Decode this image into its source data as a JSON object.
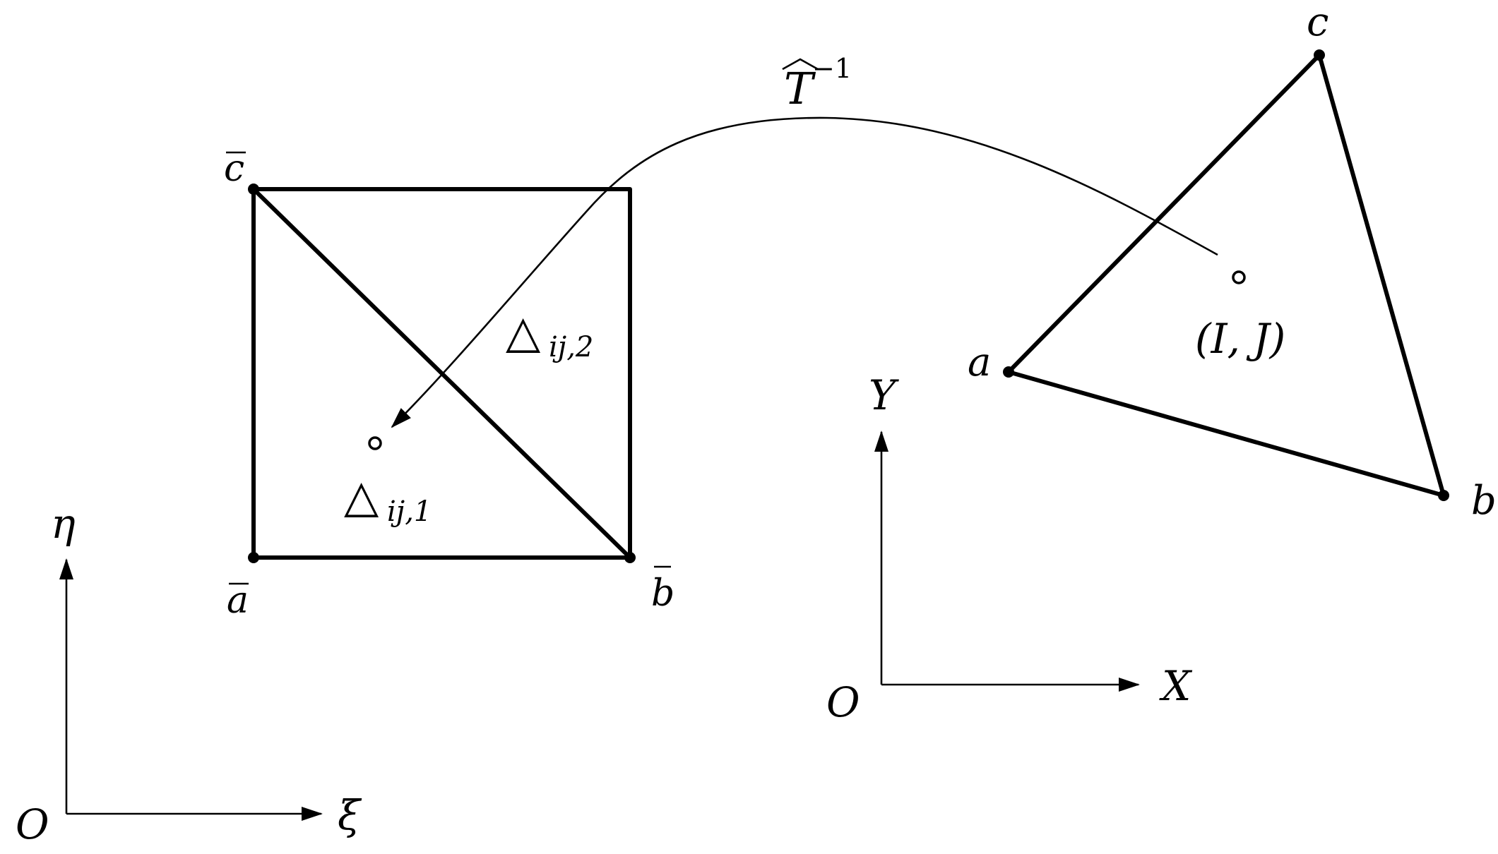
{
  "mapping_label": {
    "symbol": "T",
    "exponent": "−1"
  },
  "reference_square": {
    "vertex_labels": {
      "a_bar": "a",
      "b_bar": "b",
      "c_bar": "c"
    },
    "subtriangle_1": {
      "symbol": "△",
      "subscript": "ij,1"
    },
    "subtriangle_2": {
      "symbol": "△",
      "subscript": "ij,2"
    }
  },
  "reference_axes": {
    "origin": "O",
    "horizontal": "ξ",
    "vertical": "η"
  },
  "physical_triangle": {
    "vertex_labels": {
      "a": "a",
      "b": "b",
      "c": "c"
    },
    "point_label": "(I, J)"
  },
  "physical_axes": {
    "origin": "O",
    "horizontal": "X",
    "vertical": "Y"
  },
  "colors": {
    "ink": "#000000",
    "background": "#ffffff"
  }
}
